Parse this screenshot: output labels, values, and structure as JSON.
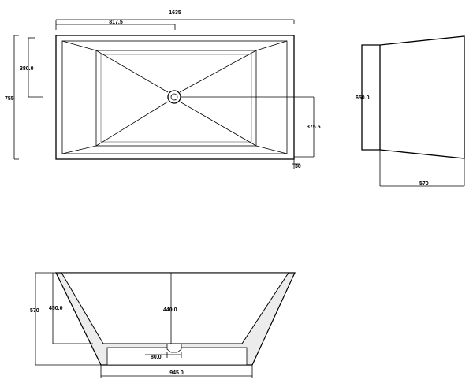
{
  "colors": {
    "line": "#000000",
    "background": "#ffffff",
    "shell_fill": "#ececec"
  },
  "plan_view": {
    "overall_width": "1635",
    "half_width": "817.5",
    "overall_depth": "755",
    "drain_offset_depth": "380.0",
    "drain_to_edge": "375.5",
    "rim_thickness": "30"
  },
  "end_view": {
    "height": "650.0",
    "base_width": "570"
  },
  "front_view": {
    "overall_height": "570",
    "inner_depth": "450.0",
    "center_depth": "440.0",
    "drain_spacing": "80.0",
    "base_width": "945.0"
  }
}
